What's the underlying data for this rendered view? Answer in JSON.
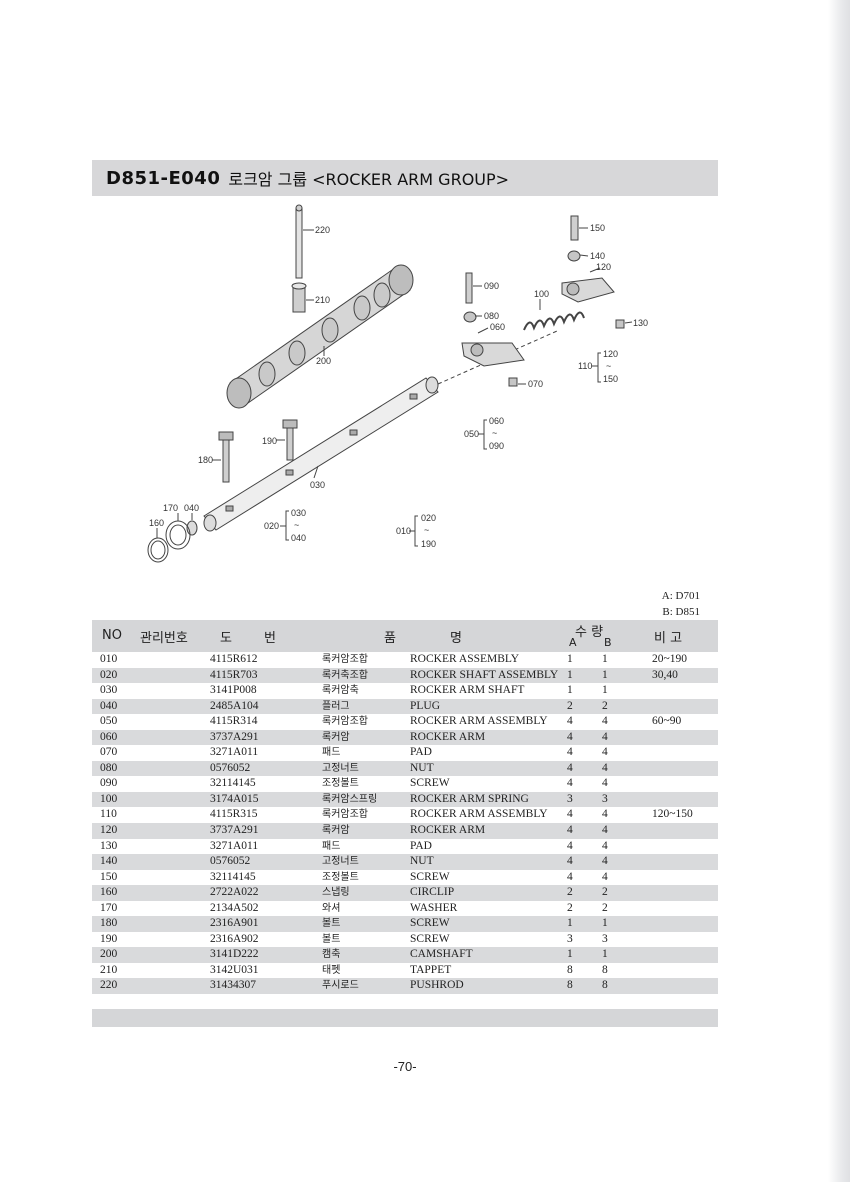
{
  "header": {
    "code": "D851-E040",
    "title": "로크암 그룹 <ROCKER ARM GROUP>"
  },
  "diagram": {
    "callouts": {
      "c220": "220",
      "c210": "210",
      "c200": "200",
      "c150": "150",
      "c140": "140",
      "c120": "120",
      "c130": "130",
      "c100": "100",
      "c090": "090",
      "c080": "080",
      "c060": "060",
      "c070": "070",
      "c190": "190",
      "c180": "180",
      "c030": "030",
      "c170": "170",
      "c040": "040",
      "c160": "160"
    },
    "groups": [
      {
        "id": "110",
        "from": "120",
        "tilde": "~",
        "to": "150"
      },
      {
        "id": "050",
        "from": "060",
        "tilde": "~",
        "to": "090"
      },
      {
        "id": "020",
        "from": "030",
        "tilde": "~",
        "to": "040"
      },
      {
        "id": "010",
        "from": "020",
        "tilde": "~",
        "to": "190"
      }
    ]
  },
  "models": {
    "a": "A: D701",
    "b": "B: D851"
  },
  "table": {
    "headers": {
      "no": "NO",
      "mgmt": "관리번호",
      "drawing_1": "도",
      "drawing_2": "번",
      "name_1": "품",
      "name_2": "명",
      "qty": "수 량",
      "qty_a": "A",
      "qty_b": "B",
      "remark": "비 고"
    },
    "rows": [
      {
        "no": "010",
        "code": "4115R612",
        "kor": "록커암조합",
        "name": "ROCKER ASSEMBLY",
        "a": "1",
        "b": "1",
        "remark": "20~190"
      },
      {
        "no": "020",
        "code": "4115R703",
        "kor": "록커축조합",
        "name": "ROCKER SHAFT ASSEMBLY",
        "a": "1",
        "b": "1",
        "remark": "30,40"
      },
      {
        "no": "030",
        "code": "3141P008",
        "kor": "록커암축",
        "name": "ROCKER ARM SHAFT",
        "a": "1",
        "b": "1",
        "remark": ""
      },
      {
        "no": "040",
        "code": "2485A104",
        "kor": "플러그",
        "name": "PLUG",
        "a": "2",
        "b": "2",
        "remark": ""
      },
      {
        "no": "050",
        "code": "4115R314",
        "kor": "록커암조합",
        "name": "ROCKER ARM ASSEMBLY",
        "a": "4",
        "b": "4",
        "remark": "60~90"
      },
      {
        "no": "060",
        "code": "3737A291",
        "kor": "록커암",
        "name": "ROCKER ARM",
        "a": "4",
        "b": "4",
        "remark": ""
      },
      {
        "no": "070",
        "code": "3271A011",
        "kor": "패드",
        "name": "PAD",
        "a": "4",
        "b": "4",
        "remark": ""
      },
      {
        "no": "080",
        "code": "0576052",
        "kor": "고정너트",
        "name": "NUT",
        "a": "4",
        "b": "4",
        "remark": ""
      },
      {
        "no": "090",
        "code": "32114145",
        "kor": "조정볼트",
        "name": "SCREW",
        "a": "4",
        "b": "4",
        "remark": ""
      },
      {
        "no": "100",
        "code": "3174A015",
        "kor": "록커암스프링",
        "name": "ROCKER ARM SPRING",
        "a": "3",
        "b": "3",
        "remark": ""
      },
      {
        "no": "110",
        "code": "4115R315",
        "kor": "록커암조합",
        "name": "ROCKER ARM ASSEMBLY",
        "a": "4",
        "b": "4",
        "remark": "120~150"
      },
      {
        "no": "120",
        "code": "3737A291",
        "kor": "록커암",
        "name": "ROCKER ARM",
        "a": "4",
        "b": "4",
        "remark": ""
      },
      {
        "no": "130",
        "code": "3271A011",
        "kor": "패드",
        "name": "PAD",
        "a": "4",
        "b": "4",
        "remark": ""
      },
      {
        "no": "140",
        "code": "0576052",
        "kor": "고정너트",
        "name": "NUT",
        "a": "4",
        "b": "4",
        "remark": ""
      },
      {
        "no": "150",
        "code": "32114145",
        "kor": "조정볼트",
        "name": "SCREW",
        "a": "4",
        "b": "4",
        "remark": ""
      },
      {
        "no": "160",
        "code": "2722A022",
        "kor": "스냅링",
        "name": "CIRCLIP",
        "a": "2",
        "b": "2",
        "remark": ""
      },
      {
        "no": "170",
        "code": "2134A502",
        "kor": "와셔",
        "name": "WASHER",
        "a": "2",
        "b": "2",
        "remark": ""
      },
      {
        "no": "180",
        "code": "2316A901",
        "kor": "볼트",
        "name": "SCREW",
        "a": "1",
        "b": "1",
        "remark": ""
      },
      {
        "no": "190",
        "code": "2316A902",
        "kor": "볼트",
        "name": "SCREW",
        "a": "3",
        "b": "3",
        "remark": ""
      },
      {
        "no": "200",
        "code": "3141D222",
        "kor": "캠축",
        "name": "CAMSHAFT",
        "a": "1",
        "b": "1",
        "remark": ""
      },
      {
        "no": "210",
        "code": "3142U031",
        "kor": "태펫",
        "name": "TAPPET",
        "a": "8",
        "b": "8",
        "remark": ""
      },
      {
        "no": "220",
        "code": "31434307",
        "kor": "푸시로드",
        "name": "PUSHROD",
        "a": "8",
        "b": "8",
        "remark": ""
      }
    ]
  },
  "page_number": "-70-"
}
